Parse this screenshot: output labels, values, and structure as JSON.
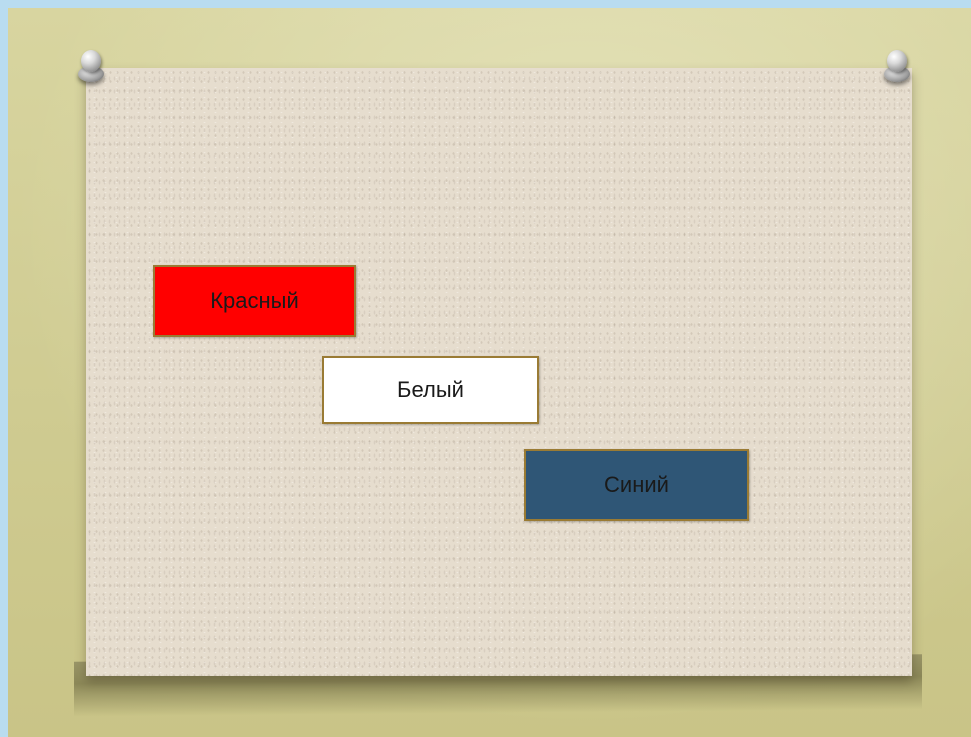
{
  "slide": {
    "boxes": [
      {
        "label": "Красный",
        "color": "#ff0000"
      },
      {
        "label": "Белый",
        "color": "#ffffff"
      },
      {
        "label": "Синий",
        "color": "#2f5676"
      }
    ],
    "border_color": "#9a7b34",
    "paper_color": "#e6ddce",
    "background_color": "#d8d5a0"
  }
}
